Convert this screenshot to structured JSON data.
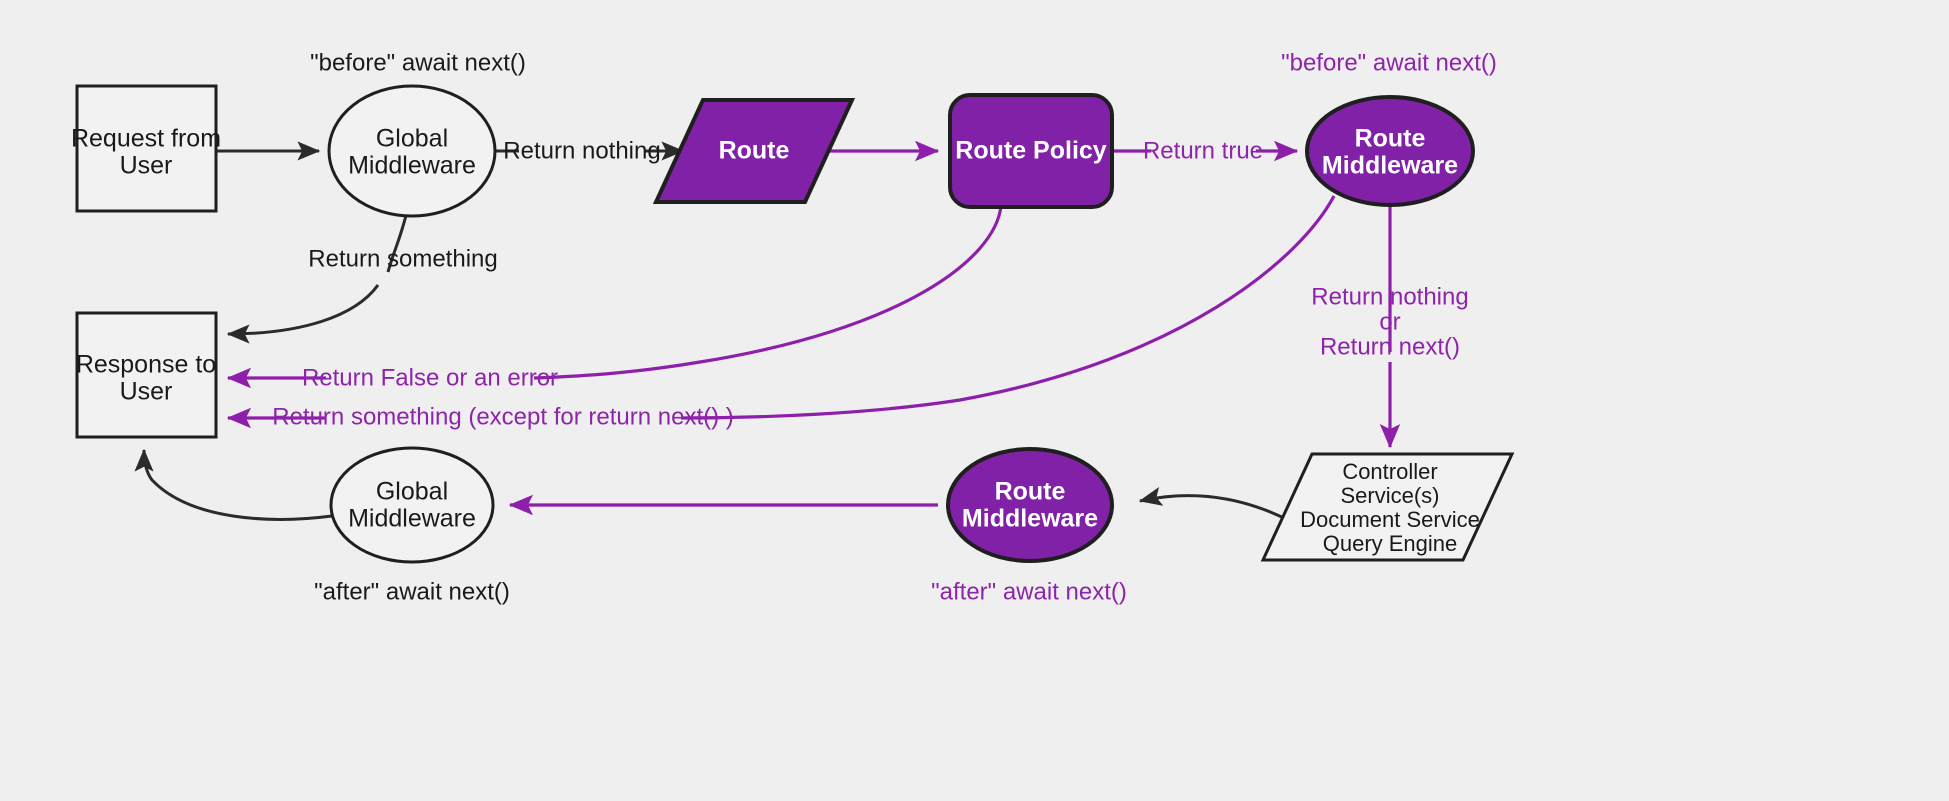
{
  "diagram": {
    "title": "Request / middleware pipeline flow",
    "background_color": "#efefef",
    "accent_purple": "#8021a8",
    "line_purple": "#8d1fab",
    "line_dark": "#2b2b2b",
    "nodes": [
      {
        "id": "request",
        "shape": "rectangle",
        "style": "plain",
        "lines": [
          "Request from",
          "User"
        ]
      },
      {
        "id": "global_mw_top",
        "shape": "ellipse",
        "style": "plain",
        "lines": [
          "Global",
          "Middleware"
        ]
      },
      {
        "id": "route",
        "shape": "parallelogram",
        "style": "purple",
        "lines": [
          "Route"
        ]
      },
      {
        "id": "route_policy",
        "shape": "rounded-rect",
        "style": "purple",
        "lines": [
          "Route Policy"
        ]
      },
      {
        "id": "route_mw_top",
        "shape": "ellipse",
        "style": "purple",
        "lines": [
          "Route",
          "Middleware"
        ]
      },
      {
        "id": "response",
        "shape": "rectangle",
        "style": "plain",
        "lines": [
          "Response to",
          "User"
        ]
      },
      {
        "id": "global_mw_bottom",
        "shape": "ellipse",
        "style": "plain",
        "lines": [
          "Global",
          "Middleware"
        ]
      },
      {
        "id": "route_mw_bottom",
        "shape": "ellipse",
        "style": "purple",
        "lines": [
          "Route",
          "Middleware"
        ]
      },
      {
        "id": "controller",
        "shape": "parallelogram",
        "style": "plain",
        "lines": [
          "Controller",
          "Service(s)",
          "Document Service",
          "Query Engine"
        ]
      }
    ],
    "annotations": [
      {
        "id": "before_global",
        "text": "\"before\" await next()",
        "color": "dark"
      },
      {
        "id": "before_route",
        "text": "\"before\" await next()",
        "color": "purple"
      },
      {
        "id": "after_global",
        "text": "\"after\" await next()",
        "color": "dark"
      },
      {
        "id": "after_route",
        "text": "\"after\" await next()",
        "color": "purple"
      }
    ],
    "edges": [
      {
        "id": "req_to_global",
        "label": "",
        "color": "dark"
      },
      {
        "id": "global_to_route",
        "label": "Return nothing",
        "color": "dark"
      },
      {
        "id": "global_to_response",
        "label": "Return something",
        "color": "dark"
      },
      {
        "id": "route_to_policy",
        "label": "",
        "color": "purple"
      },
      {
        "id": "policy_to_route_mw",
        "label": "Return true",
        "color": "purple"
      },
      {
        "id": "policy_to_response",
        "label": "Return False or an error",
        "color": "purple"
      },
      {
        "id": "route_mw_to_response",
        "label": "Return something (except for return next() )",
        "color": "purple"
      },
      {
        "id": "route_mw_to_controller",
        "label_lines": [
          "Return nothing",
          "or",
          "Return next()"
        ],
        "color": "purple"
      },
      {
        "id": "controller_to_route_mw_bottom",
        "label": "",
        "color": "dark"
      },
      {
        "id": "route_mw_bottom_to_global_bottom",
        "label": "",
        "color": "purple"
      },
      {
        "id": "global_bottom_to_response",
        "label": "",
        "color": "dark"
      }
    ]
  }
}
